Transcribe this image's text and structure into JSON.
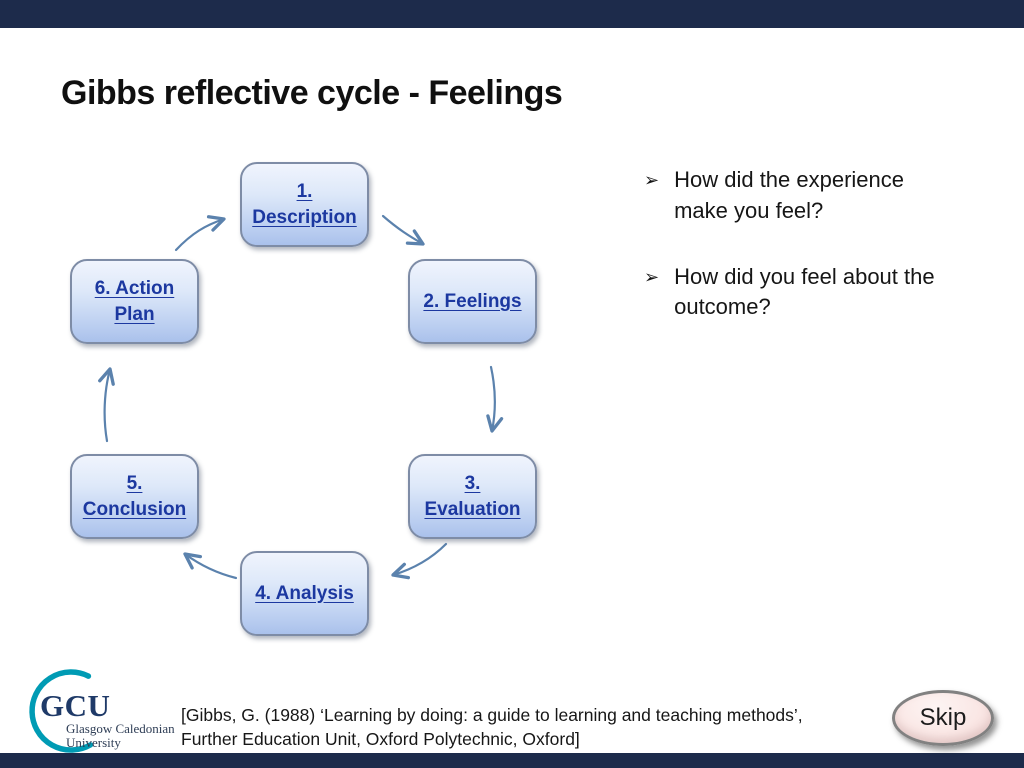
{
  "slide": {
    "title": "Gibbs reflective cycle - Feelings",
    "bullet_glyph": "➢",
    "bullets": [
      "How did the experience make you feel?",
      "How did you feel about the outcome?"
    ]
  },
  "cycle": {
    "steps": [
      {
        "id": 1,
        "lines": [
          "1.",
          "Description"
        ]
      },
      {
        "id": 2,
        "lines": [
          "2. Feelings"
        ]
      },
      {
        "id": 3,
        "lines": [
          "3.",
          "Evaluation"
        ]
      },
      {
        "id": 4,
        "lines": [
          "4. Analysis"
        ]
      },
      {
        "id": 5,
        "lines": [
          "5.",
          "Conclusion"
        ]
      },
      {
        "id": 6,
        "lines": [
          "6. Action",
          "Plan"
        ]
      }
    ]
  },
  "logo": {
    "acronym": "GCU",
    "line1": "Glasgow Caledonian",
    "line2": "University"
  },
  "citation": {
    "line1": "[Gibbs, G. (1988) ‘Learning by doing: a guide to learning and teaching methods’,",
    "line2": "Further Education Unit, Oxford Polytechnic, Oxford]"
  },
  "controls": {
    "skip_label": "Skip"
  },
  "colors": {
    "box_fill_top": "#f0f4fd",
    "box_fill_bottom": "#aac1eb",
    "box_border": "#7e8ca6",
    "box_text": "#1c38a0",
    "arrow": "#5b82ad",
    "letterbox_bar": "#1d2b4b",
    "logo_teal": "#009bb4",
    "logo_navy": "#1f3a68",
    "skip_fill": "#fae7e5",
    "skip_border": "#818181"
  }
}
